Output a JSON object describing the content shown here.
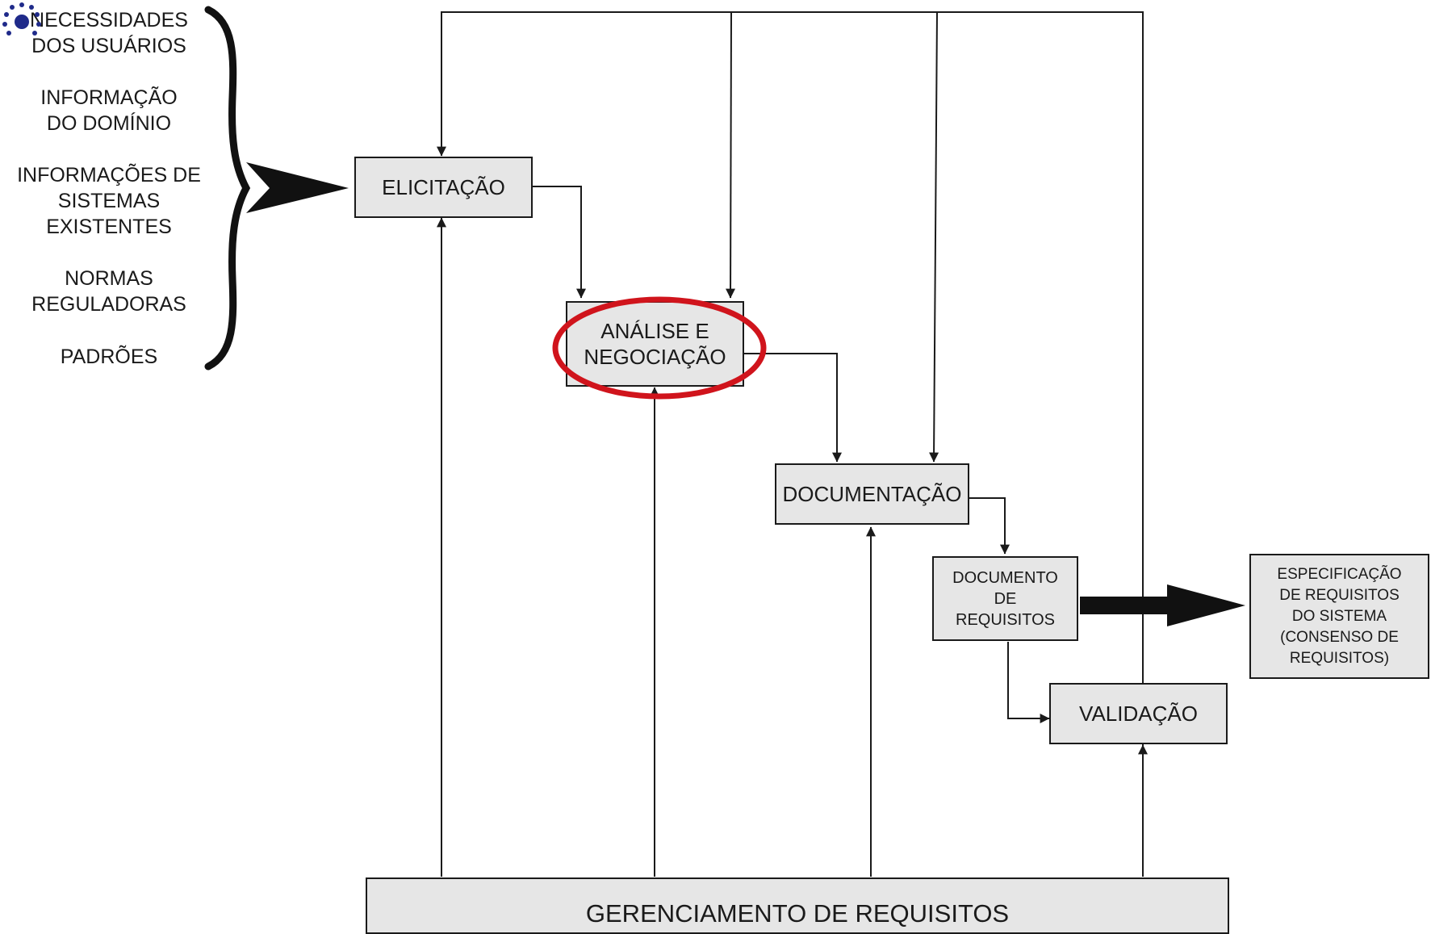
{
  "inputs": [
    "NECESSIDADES\nDOS USUÁRIOS",
    "INFORMAÇÃO\nDO DOMÍNIO",
    "INFORMAÇÕES DE\nSISTEMAS\nEXISTENTES",
    "NORMAS\nREGULADORAS",
    "PADRÕES"
  ],
  "boxes": {
    "elicitacao": "ELICITAÇÃO",
    "analise": "ANÁLISE E\nNEGOCIAÇÃO",
    "documentacao": "DOCUMENTAÇÃO",
    "documento": "DOCUMENTO\nDE\nREQUISITOS",
    "validacao": "VALIDAÇÃO",
    "especificacao": "ESPECIFICAÇÃO\nDE REQUISITOS\nDO SISTEMA\n(CONSENSO DE\nREQUISITOS)",
    "gerenciamento": "GERENCIAMENTO DE REQUISITOS"
  },
  "colors": {
    "box_fill": "#e6e6e6",
    "line": "#1a1a1a",
    "highlight": "#d0141c",
    "logo": "#1f2a8a"
  },
  "icons": {
    "logo": "dotted-circle-logo-icon"
  }
}
